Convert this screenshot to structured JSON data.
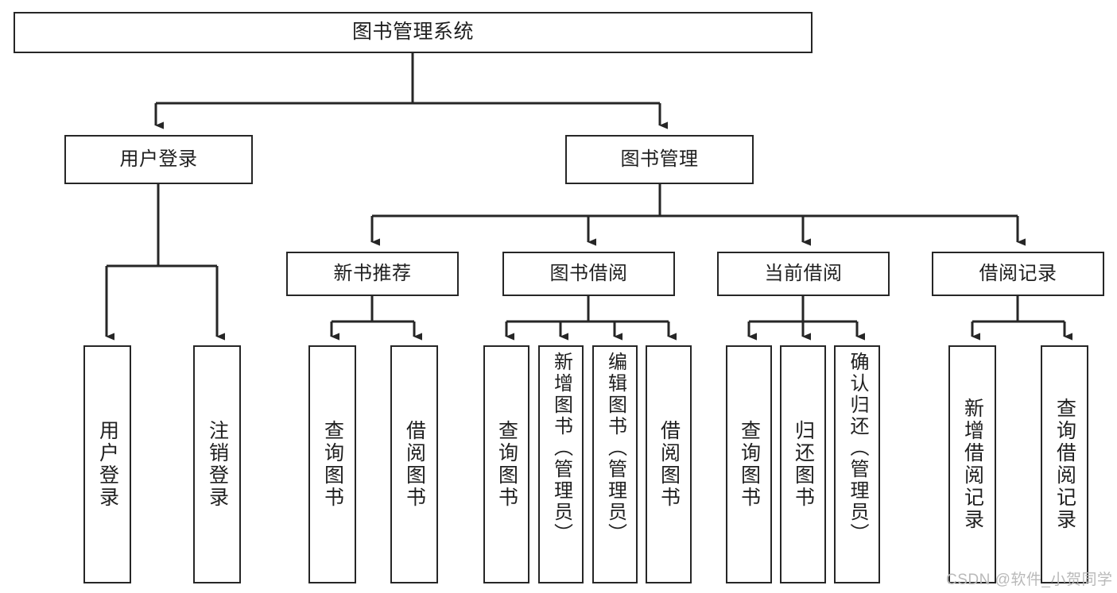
{
  "diagram": {
    "title": "图书管理系统",
    "type": "hierarchy-tree",
    "watermark": "CSDN @软件_小贺同学",
    "colors": {
      "stroke": "#262626",
      "fill": "#ffffff",
      "text": "#1f1f1f",
      "watermark": "#b9b9b9"
    },
    "root": {
      "label": "图书管理系统"
    },
    "level2": [
      {
        "label": "用户登录"
      },
      {
        "label": "图书管理"
      }
    ],
    "level3": [
      {
        "label": "新书推荐"
      },
      {
        "label": "图书借阅"
      },
      {
        "label": "当前借阅"
      },
      {
        "label": "借阅记录"
      }
    ],
    "leaves": {
      "user_login": [
        {
          "label": "用户登录"
        },
        {
          "label": "注销登录"
        }
      ],
      "new_book": [
        {
          "label": "查询图书"
        },
        {
          "label": "借阅图书"
        }
      ],
      "borrow_book": [
        {
          "label": "查询图书"
        },
        {
          "label": "新增图书（管理员）"
        },
        {
          "label": "编辑图书（管理员）"
        },
        {
          "label": "借阅图书"
        }
      ],
      "current_borrow": [
        {
          "label": "查询图书"
        },
        {
          "label": "归还图书"
        },
        {
          "label": "确认归还（管理员）"
        }
      ],
      "borrow_record": [
        {
          "label": "新增借阅记录"
        },
        {
          "label": "查询借阅记录"
        }
      ]
    }
  }
}
